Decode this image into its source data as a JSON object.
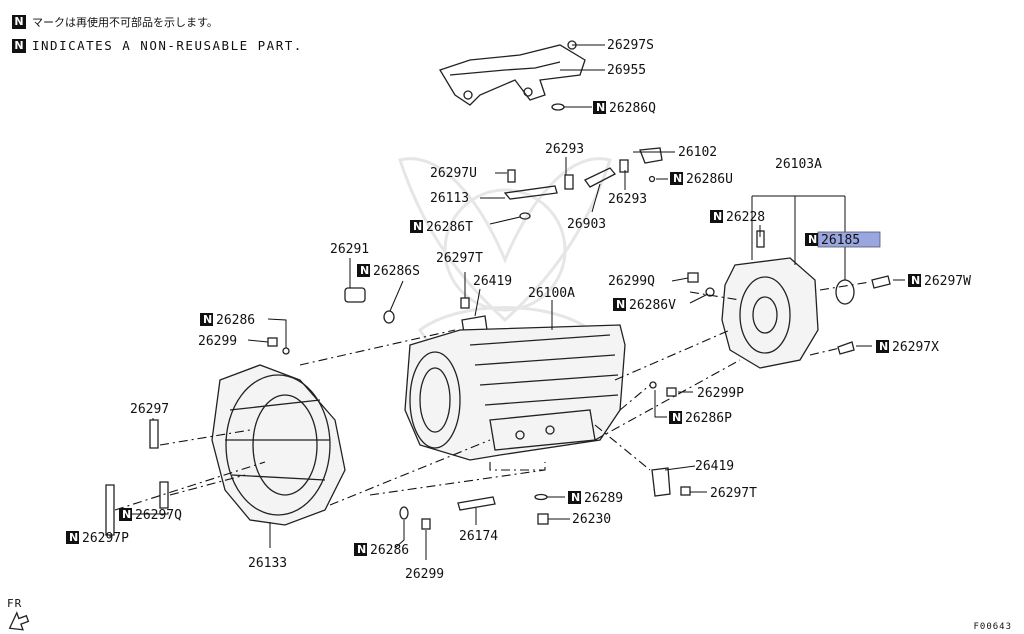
{
  "legend": {
    "mark": "N",
    "line_ja": "マークは再使用不可部品を示します。",
    "line_en": "INDICATES A NON-REUSABLE PART."
  },
  "figure_code": "F00643",
  "direction_label": "FR",
  "highlight_color": "#9aa6e0",
  "parts": [
    {
      "id": "p26297S",
      "label": "26297S",
      "non_reusable": false
    },
    {
      "id": "p26955",
      "label": "26955",
      "non_reusable": false
    },
    {
      "id": "p26286Q",
      "label": "26286Q",
      "non_reusable": true
    },
    {
      "id": "p26293a",
      "label": "26293",
      "non_reusable": false
    },
    {
      "id": "p26102",
      "label": "26102",
      "non_reusable": false
    },
    {
      "id": "p26286U",
      "label": "26286U",
      "non_reusable": true
    },
    {
      "id": "p26297U",
      "label": "26297U",
      "non_reusable": false
    },
    {
      "id": "p26113",
      "label": "26113",
      "non_reusable": false
    },
    {
      "id": "p26293b",
      "label": "26293",
      "non_reusable": false
    },
    {
      "id": "p26286T",
      "label": "26286T",
      "non_reusable": true
    },
    {
      "id": "p26903",
      "label": "26903",
      "non_reusable": false
    },
    {
      "id": "p26103A",
      "label": "26103A",
      "non_reusable": false
    },
    {
      "id": "p26228",
      "label": "26228",
      "non_reusable": true
    },
    {
      "id": "p26185",
      "label": "26185",
      "non_reusable": true,
      "highlighted": true
    },
    {
      "id": "p26291",
      "label": "26291",
      "non_reusable": false
    },
    {
      "id": "p26286S",
      "label": "26286S",
      "non_reusable": true
    },
    {
      "id": "p26297T_top",
      "label": "26297T",
      "non_reusable": false
    },
    {
      "id": "p26419_top",
      "label": "26419",
      "non_reusable": false
    },
    {
      "id": "p26299Q",
      "label": "26299Q",
      "non_reusable": false
    },
    {
      "id": "p26297W",
      "label": "26297W",
      "non_reusable": true
    },
    {
      "id": "p26100A",
      "label": "26100A",
      "non_reusable": false
    },
    {
      "id": "p26286V",
      "label": "26286V",
      "non_reusable": true
    },
    {
      "id": "p26286",
      "label": "26286",
      "non_reusable": true
    },
    {
      "id": "p26299",
      "label": "26299",
      "non_reusable": false
    },
    {
      "id": "p26297X",
      "label": "26297X",
      "non_reusable": true
    },
    {
      "id": "p26299P",
      "label": "26299P",
      "non_reusable": false
    },
    {
      "id": "p26297",
      "label": "26297",
      "non_reusable": false
    },
    {
      "id": "p26286P",
      "label": "26286P",
      "non_reusable": true
    },
    {
      "id": "p26419_bot",
      "label": "26419",
      "non_reusable": false
    },
    {
      "id": "p26297Q",
      "label": "26297Q",
      "non_reusable": true
    },
    {
      "id": "p26289",
      "label": "26289",
      "non_reusable": true
    },
    {
      "id": "p26297T_bot",
      "label": "26297T",
      "non_reusable": false
    },
    {
      "id": "p26297P",
      "label": "26297P",
      "non_reusable": true
    },
    {
      "id": "p26230",
      "label": "26230",
      "non_reusable": false
    },
    {
      "id": "p26286_bot",
      "label": "26286",
      "non_reusable": true
    },
    {
      "id": "p26174",
      "label": "26174",
      "non_reusable": false
    },
    {
      "id": "p26133",
      "label": "26133",
      "non_reusable": false
    },
    {
      "id": "p26299_bot",
      "label": "26299",
      "non_reusable": false
    }
  ]
}
